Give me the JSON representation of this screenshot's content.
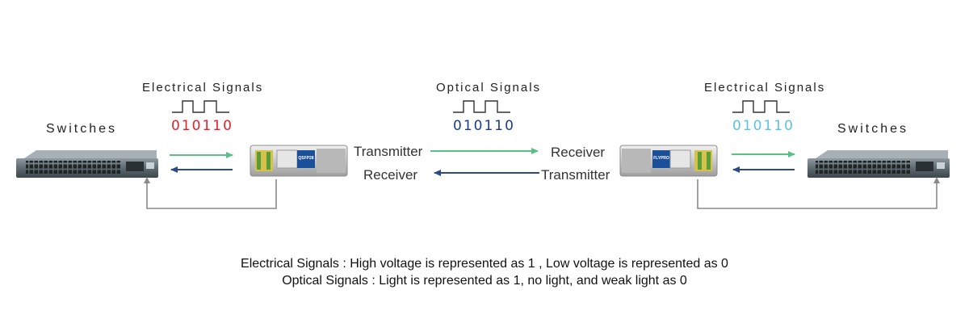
{
  "left": {
    "switch_label": "Switches",
    "signal_heading": "Electrical Signals",
    "bits": "010110",
    "bits_color": "#e8202a"
  },
  "middle": {
    "signal_heading": "Optical Signals",
    "bits": "010110",
    "bits_color": "#1b3b8c",
    "transmitter_left": "Transmitter",
    "receiver_left": "Receiver",
    "receiver_right": "Receiver",
    "transmitter_right": "Transmitter"
  },
  "right": {
    "switch_label": "Switches",
    "signal_heading": "Electrical Signals",
    "bits": "010110",
    "bits_color": "#5cc3e0"
  },
  "module_left_brand": "QSFP28",
  "module_right_brand": "FLYPRO",
  "colors": {
    "green_arrow": "#5cbf86",
    "blue_arrow": "#2b4a86",
    "loop_line": "#8a8a8a"
  },
  "captions": {
    "line1": "Electrical Signals : High voltage is represented as 1 , Low voltage is represented as 0",
    "line2": "Optical Signals : Light is represented as 1, no light, and weak light as 0"
  }
}
